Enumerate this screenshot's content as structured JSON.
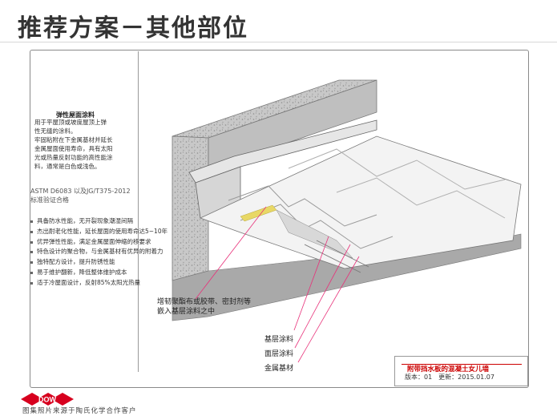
{
  "title": "推荐方案－其他部位",
  "left_panel": {
    "heading": "弹性屋面涂料",
    "description_lines": [
      "用于平屋顶或坡度屋顶上弹",
      "性无缝的涂料。",
      "牢固粘附在下金属基材并延长",
      "金属屋面使用寿命，具有太阳",
      "光或热量反射功能的高性能涂",
      "料，通常是白色或浅色。"
    ],
    "standard_lines": [
      "ASTM D6083 以及JG/T375-2012",
      "标准验证合格"
    ],
    "features": [
      "具备防水性能，无开裂现象潮湿间隔",
      "杰出耐老化性能，延长屋面的使用寿命达5~10年",
      "优异弹性性能，满足金属屋面伸缩的移要求",
      "特色设计的聚合物，与金属基材有优异的附着力",
      "独特配方设计，提升防锈性能",
      "易于维护翻新，降低整体维护成本",
      "适于冷屋面设计，反射85%太阳光热量"
    ]
  },
  "drawing_labels": {
    "mesh_callout": [
      "增韧聚酯布或胶带、密封剂等",
      "嵌入基层涂料之中"
    ],
    "base_coat": "基层涂料",
    "top_coat": "面层涂料",
    "metal_substrate": "金属基材"
  },
  "infobox": {
    "title": "附带挡水板的混凝土女儿墙",
    "version": "版本：01　更新：2015.01.07"
  },
  "footer": {
    "logo_text": "DOW",
    "note": "图集照片来源于陶氏化学合作客户"
  },
  "colors": {
    "accent_red": "#cc0000",
    "callout_pink": "#e8327a",
    "concrete": "#c9c9c9",
    "roof_panel": "#f3f3f3"
  }
}
